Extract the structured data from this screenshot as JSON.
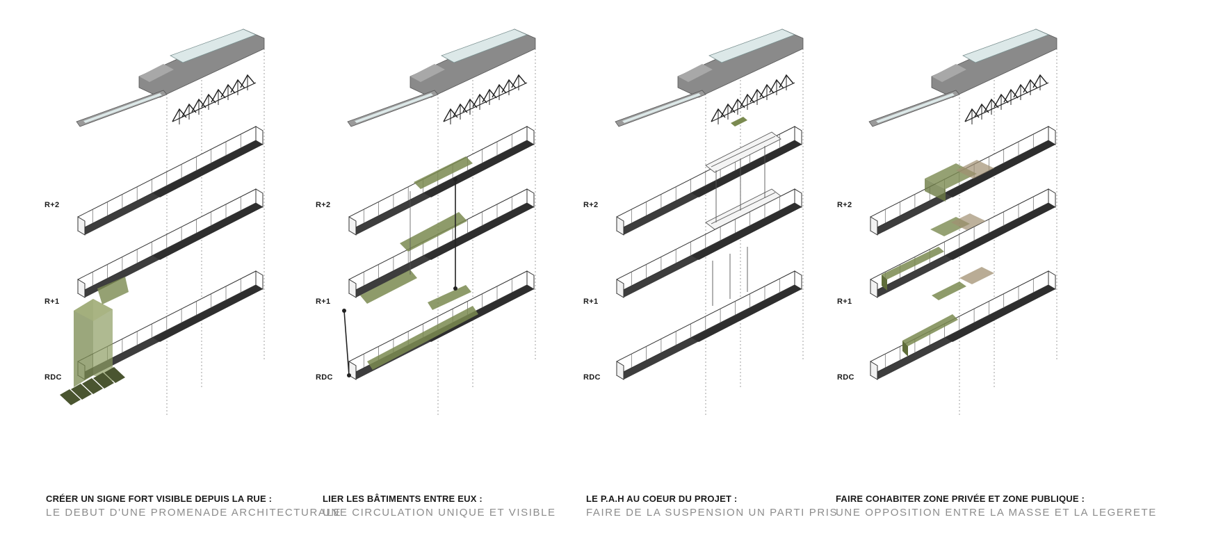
{
  "colors": {
    "accent": "#7a8a50",
    "dark": "#3d3d3d",
    "glass": "#dce8e8",
    "outline": "#333333"
  },
  "level_labels": {
    "top": "R+2",
    "middle": "R+1",
    "ground": "RDC"
  },
  "panels": [
    {
      "id": "signe",
      "title": "CRÉER UN SIGNE FORT VISIBLE DEPUIS LA RUE :",
      "subtitle": "LE DEBUT D'UNE PROMENADE ARCHITECTURALE"
    },
    {
      "id": "circulation",
      "title": "LIER LES BÂTIMENTS ENTRE EUX :",
      "subtitle": "UNE CIRCULATION UNIQUE ET VISIBLE"
    },
    {
      "id": "pah",
      "title": "LE P.A.H AU COEUR DU PROJET :",
      "subtitle": "FAIRE DE LA SUSPENSION UN PARTI PRIS"
    },
    {
      "id": "zones",
      "title": "FAIRE COHABITER ZONE PRIVÉE ET ZONE PUBLIQUE :",
      "subtitle": "UNE OPPOSITION ENTRE LA MASSE ET LA LEGERETE"
    }
  ]
}
